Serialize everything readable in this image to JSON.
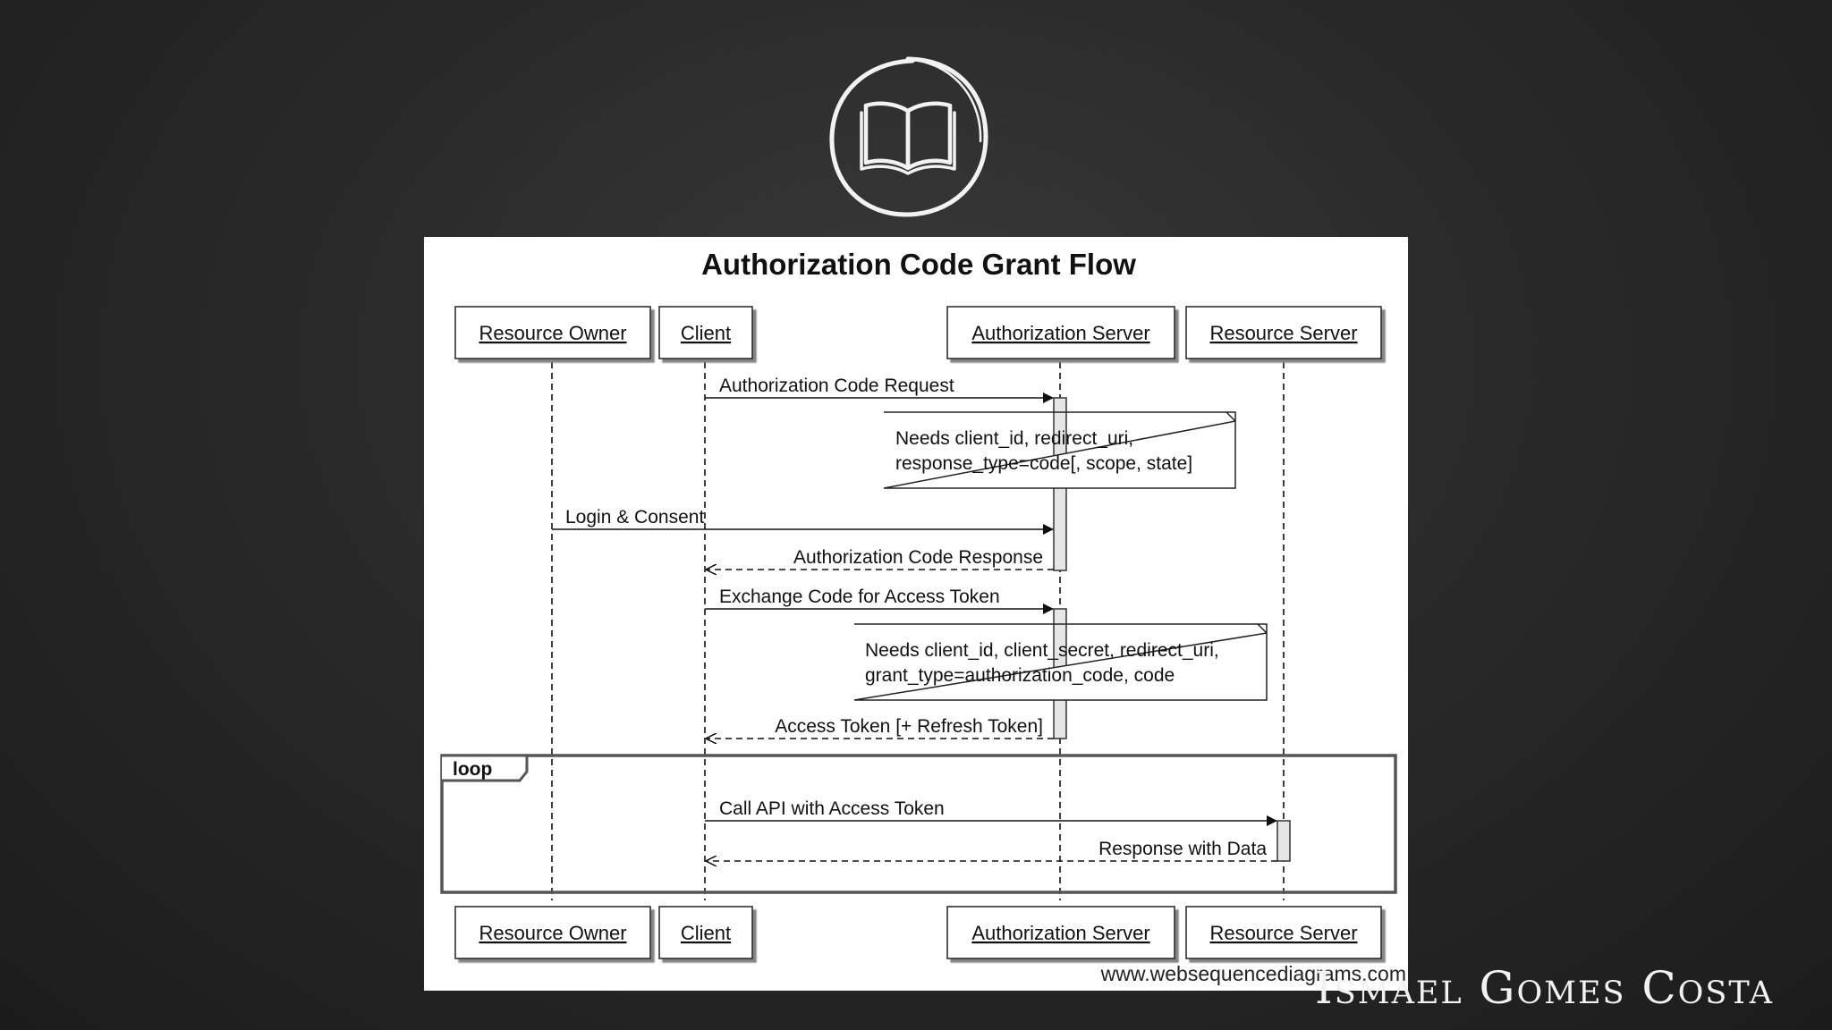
{
  "logo": {
    "icon": "open-book-icon"
  },
  "diagram": {
    "title": "Authorization Code Grant Flow",
    "participants": [
      "Resource Owner",
      "Client",
      "Authorization Server",
      "Resource Server"
    ],
    "messages": [
      {
        "from": "Client",
        "to": "Authorization Server",
        "label": "Authorization Code Request",
        "style": "solid"
      },
      {
        "from": "Resource Owner",
        "to": "Authorization Server",
        "label": "Login & Consent",
        "style": "solid"
      },
      {
        "from": "Authorization Server",
        "to": "Client",
        "label": "Authorization Code Response",
        "style": "dashed"
      },
      {
        "from": "Client",
        "to": "Authorization Server",
        "label": "Exchange Code for Access Token",
        "style": "solid"
      },
      {
        "from": "Authorization Server",
        "to": "Client",
        "label": "Access Token [+ Refresh Token]",
        "style": "dashed"
      },
      {
        "from": "Client",
        "to": "Resource Server",
        "label": "Call API with Access Token",
        "style": "solid"
      },
      {
        "from": "Resource Server",
        "to": "Client",
        "label": "Response with Data",
        "style": "dashed"
      }
    ],
    "notes": [
      {
        "over": "Authorization Server",
        "lines": [
          "Needs client_id, redirect_uri,",
          "response_type=code[, scope, state]"
        ]
      },
      {
        "over": "Authorization Server",
        "lines": [
          "Needs client_id, client_secret, redirect_uri,",
          "grant_type=authorization_code, code"
        ]
      }
    ],
    "loop_label": "loop",
    "watermark": "www.websequencediagrams.com"
  },
  "author": "Ismael Gomes Costa"
}
